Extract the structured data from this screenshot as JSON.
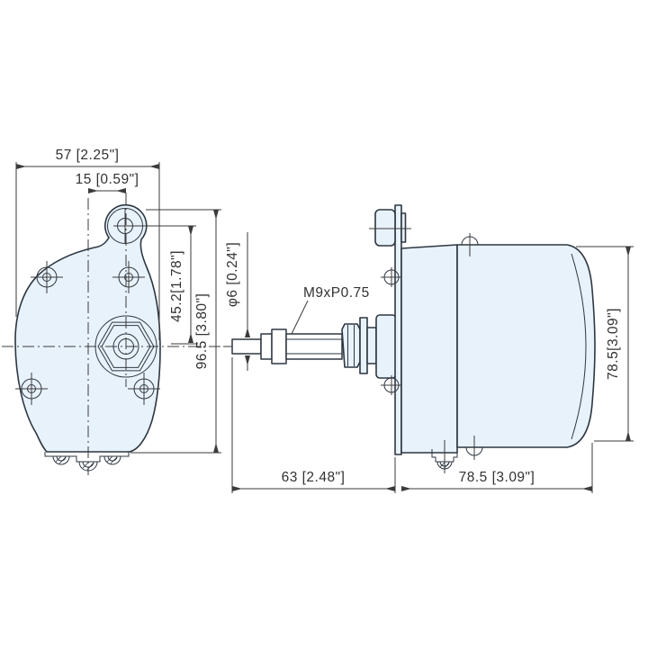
{
  "drawing": {
    "type": "engineering-dimension-drawing",
    "front_view": {
      "dim_overall_width": "57 [2.25\"]",
      "dim_tab_offset": "15 [0.59\"]",
      "dim_tab_to_shaft": "45.2[1.78\"]",
      "dim_overall_height": "96.5 [3.80\"]"
    },
    "side_view": {
      "dim_shaft_diameter": "φ6 [0.24\"]",
      "thread_label": "M9xP0.75",
      "dim_shaft_length": "63 [2.48\"]",
      "dim_body_length": "78.5 [3.09\"]",
      "dim_body_height": "78.5[3.09\"]"
    },
    "colors": {
      "background": "#ffffff",
      "part_fill": "#e8f2fb",
      "outline": "#2e3742",
      "dimension_lines": "#3b3b3b",
      "text": "#323232"
    }
  }
}
